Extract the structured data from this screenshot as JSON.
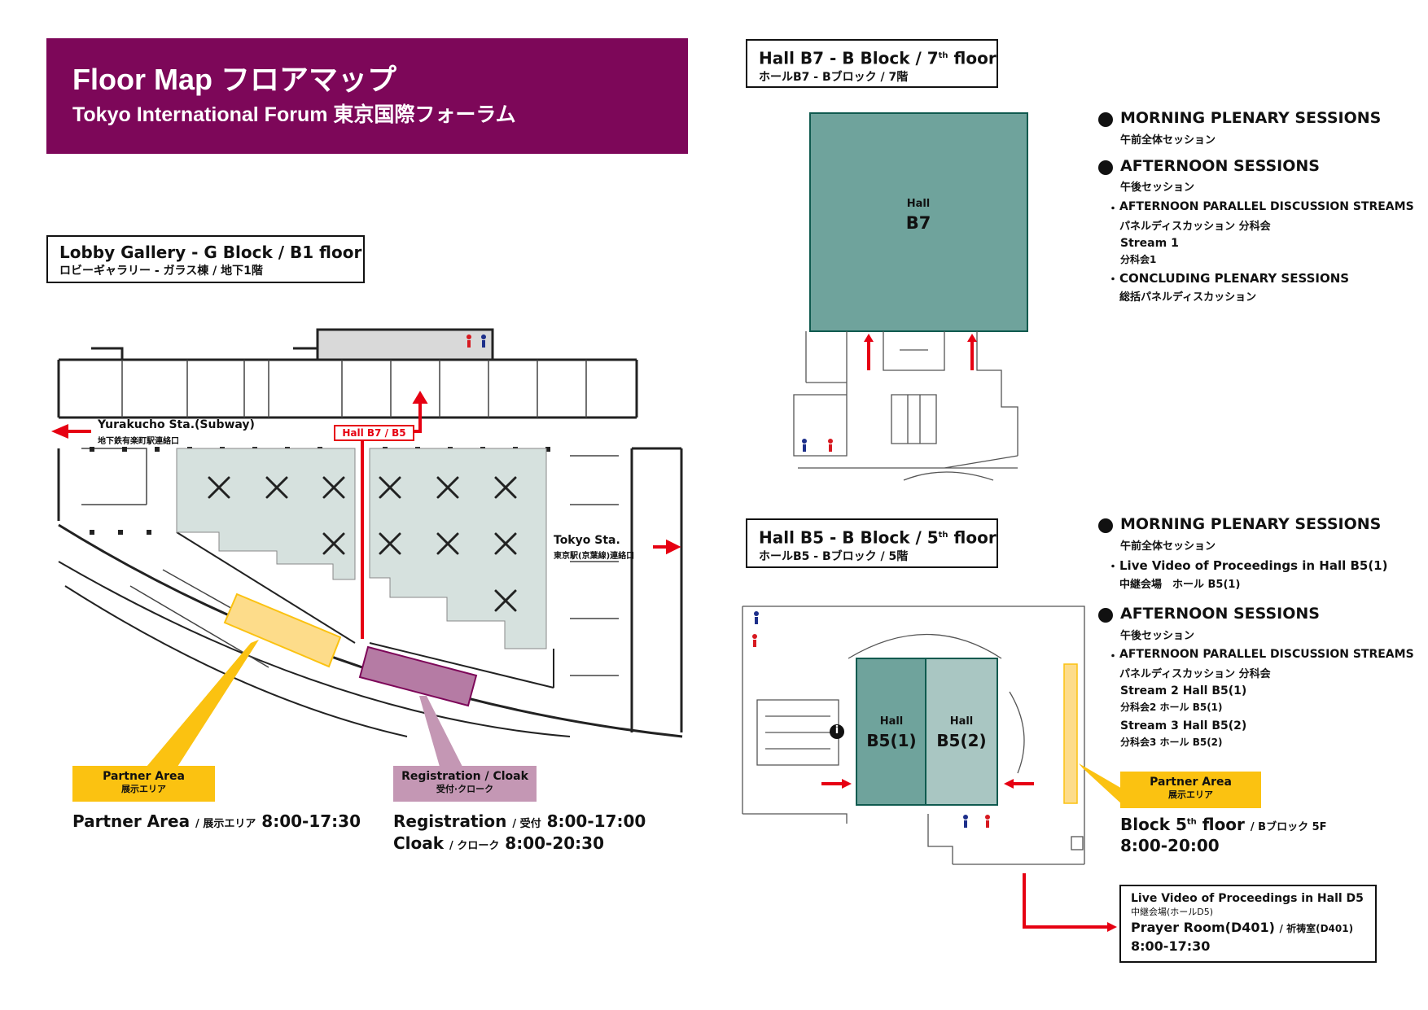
{
  "header": {
    "title": "Floor Map  フロアマップ",
    "subtitle": "Tokyo International Forum  東京国際フォーラム"
  },
  "colors": {
    "brand": "#7d0759",
    "hall": "#6fa39c",
    "hall_light": "#a9c6c2",
    "lobby": "#d6e1de",
    "partner": "#fbc211",
    "partner_area": "#fddc8a",
    "registration": "#b57ba4",
    "registration_label": "#c497b4",
    "arrow": "#e60012"
  },
  "lobby": {
    "title_en": "Lobby Gallery - G Block / B1 floor",
    "title_jp": "ロビーギャラリー - ガラス棟 / 地下1階",
    "yurakucho_en": "Yurakucho Sta.(Subway)",
    "yurakucho_jp": "地下鉄有楽町駅連絡口",
    "tokyo_en": "Tokyo Sta.",
    "tokyo_jp": "東京駅(京葉線)連絡口",
    "hall_link": "Hall B7 / B5",
    "partner_callout_en": "Partner Area",
    "partner_callout_jp": "展示エリア",
    "registration_callout_en": "Registration / Cloak",
    "registration_callout_jp": "受付·クローク",
    "partner_hours_en": "Partner Area",
    "partner_hours_jp": "/ 展示エリア",
    "partner_hours": "8:00-17:30",
    "registration_en": "Registration",
    "registration_jp": "/ 受付",
    "registration_hours": "8:00-17:00",
    "cloak_en": "Cloak",
    "cloak_jp": "/ クローク",
    "cloak_hours": "8:00-20:30"
  },
  "b7": {
    "title_en": "Hall B7 - B Block / 7",
    "title_sup": "th",
    "title_en_end": " floor",
    "title_jp": "ホールB7 - Bブロック / 7階",
    "hall_label": "Hall",
    "hall_name": "B7",
    "sessions": {
      "morning": "MORNING PLENARY SESSIONS",
      "morning_jp": "午前全体セッション",
      "afternoon": "AFTERNOON SESSIONS",
      "afternoon_jp": "午後セッション",
      "parallel": "AFTERNOON PARALLEL DISCUSSION STREAMS",
      "parallel_jp": "パネルディスカッション 分科会",
      "stream": "Stream 1",
      "stream_jp": "分科会1",
      "concluding": "CONCLUDING PLENARY SESSIONS",
      "concluding_jp": "総括パネルディスカッション"
    }
  },
  "b5": {
    "title_en": "Hall B5 - B Block / 5",
    "title_sup": "th",
    "title_en_end": " floor",
    "title_jp": "ホールB5 - Bブロック / 5階",
    "hall_label": "Hall",
    "hall1": "B5(1)",
    "hall2": "B5(2)",
    "info": "i",
    "partner_callout_en": "Partner Area",
    "partner_callout_jp": "展示エリア",
    "block_en": "Block 5",
    "block_sup": "th",
    "block_en_end": " floor",
    "block_jp": "/ Bブロック 5F",
    "block_hours": "8:00-20:00",
    "sessions": {
      "morning": "MORNING PLENARY SESSIONS",
      "morning_jp": "午前全体セッション",
      "live": "Live Video of Proceedings in Hall B5(1)",
      "live_jp": "中継会場　ホール B5(1)",
      "afternoon": "AFTERNOON SESSIONS",
      "afternoon_jp": "午後セッション",
      "parallel": "AFTERNOON PARALLEL DISCUSSION STREAMS",
      "parallel_jp": "パネルディスカッション 分科会",
      "stream2": "Stream 2  Hall B5(1)",
      "stream2_jp": "分科会2  ホール B5(1)",
      "stream3": "Stream 3  Hall B5(2)",
      "stream3_jp": "分科会3  ホール B5(2)"
    },
    "d5": {
      "live": "Live Video of Proceedings in Hall D5",
      "live_jp": "中継会場(ホールD5)",
      "prayer": "Prayer Room(D401)",
      "prayer_jp": "/ 祈祷室(D401)",
      "hours": "8:00-17:30"
    }
  },
  "bullet": "・"
}
